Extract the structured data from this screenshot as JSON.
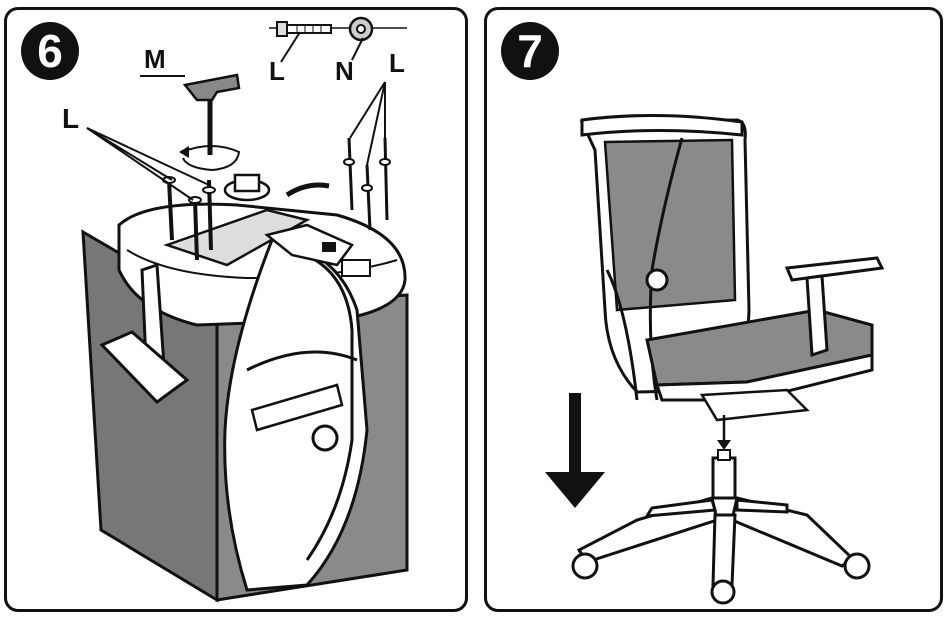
{
  "steps": [
    {
      "number": "6"
    },
    {
      "number": "7"
    }
  ],
  "labels": {
    "tool_m": "M",
    "bolt_top": "L",
    "washer": "N",
    "bolts_right": "L",
    "bolts_left": "L"
  }
}
